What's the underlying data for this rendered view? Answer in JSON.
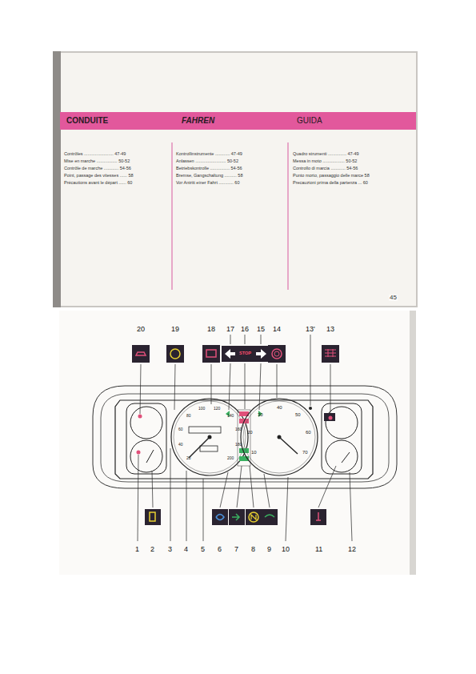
{
  "diagram": {
    "nodes": [
      {
        "text": [
          "CONDUITE",
          "FAHREN",
          "GUIDA"
        ]
      }
    ],
    "labels": [
      "Contrôles ........................ 47-49",
      "Mise en marche ................. 50-52",
      "Contrôle de marche ............ 54-56",
      "Point, passage des vitesses ...... 58",
      "Précautions avant le départ ...... 60",
      "Kontrollinstrumente ............ 47-49",
      "Anlassen ......................... 50-52",
      "Betriebskontrolle ................ 54-56",
      "Bremse, Gangschaltung .......... 58",
      "Vor Antritt einer Fahrt ............ 60",
      "Quadro strumenti ............... 47-49",
      "Messa in moto .................. 50-52",
      "Controllo di marcia ............ 54-56",
      "Punto morto, passaggio delle marce 58",
      "Precauzioni prima della partenza ... 60",
      "45",
      "20",
      "19",
      "18",
      "17",
      "16",
      "15",
      "14",
      "13'",
      "13",
      "1",
      "2",
      "3",
      "4",
      "5",
      "6",
      "7",
      "8",
      "9",
      "10",
      "11",
      "12",
      "STOP",
      "20",
      "40",
      "60",
      "80",
      "100",
      "120",
      "140",
      "160",
      "180",
      "200",
      "10",
      "20",
      "30",
      "40",
      "50",
      "60",
      "70"
    ]
  }
}
